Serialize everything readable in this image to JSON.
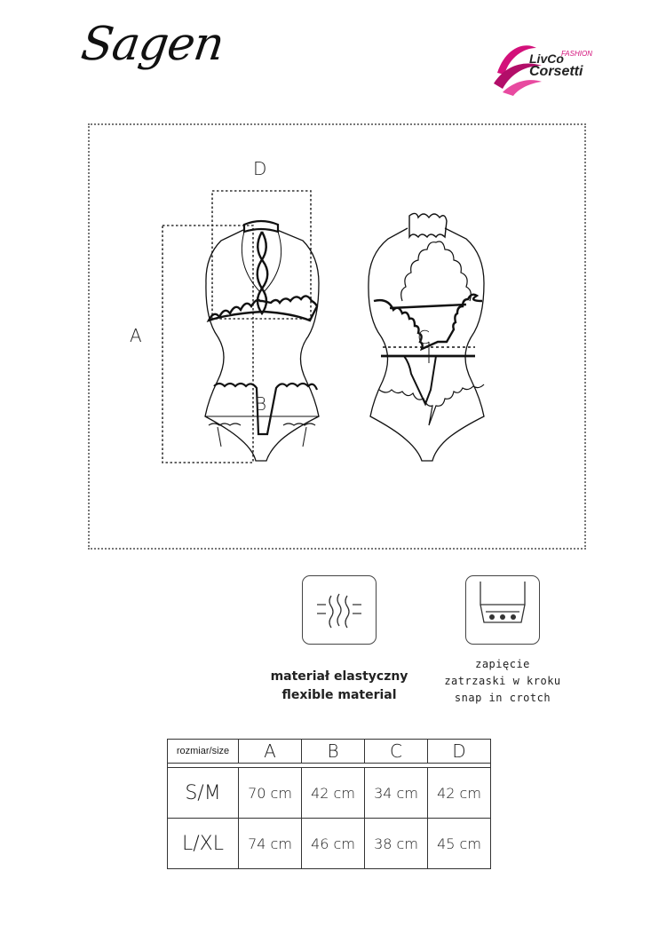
{
  "header": {
    "product_name": "Sagen",
    "brand": {
      "line1": "LivCo",
      "tag": "FASHION",
      "line2": "Corsetti"
    }
  },
  "diagram": {
    "labels": {
      "a": "A",
      "b": "B",
      "c": "C",
      "d": "D"
    }
  },
  "features": [
    {
      "icon": "stretch-material-icon",
      "lines": [
        "materiał elastyczny",
        "flexible material"
      ]
    },
    {
      "icon": "snap-closure-icon",
      "lines": [
        "zapięcie",
        "zatrzaski w kroku",
        "snap in crotch"
      ]
    }
  ],
  "size_table": {
    "header_label": "rozmiar/size",
    "columns": [
      "A",
      "B",
      "C",
      "D"
    ],
    "rows": [
      {
        "size": "S/M",
        "values": [
          "70 cm",
          "42 cm",
          "34 cm",
          "42 cm"
        ]
      },
      {
        "size": "L/XL",
        "values": [
          "74 cm",
          "46 cm",
          "38 cm",
          "45 cm"
        ]
      }
    ]
  },
  "colors": {
    "brand_accent": "#d3107a",
    "ink": "#1a1a1a"
  }
}
